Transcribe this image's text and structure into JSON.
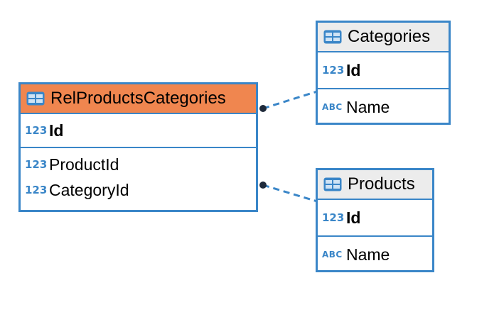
{
  "colors": {
    "border": "#3a86c8",
    "header_selected": "#f0864f",
    "header_default": "#ececec",
    "type_badge": "#3a86c8",
    "connector": "#3a86c8"
  },
  "entities": {
    "rel": {
      "title": "RelProductsCategories",
      "icon": "table-icon",
      "pk": [
        {
          "type": "123",
          "name": "Id"
        }
      ],
      "fields": [
        {
          "type": "123",
          "name": "ProductId"
        },
        {
          "type": "123",
          "name": "CategoryId"
        }
      ]
    },
    "categories": {
      "title": "Categories",
      "icon": "table-icon",
      "pk": [
        {
          "type": "123",
          "name": "Id"
        }
      ],
      "fields": [
        {
          "type": "ABC",
          "name": "Name"
        }
      ]
    },
    "products": {
      "title": "Products",
      "icon": "table-icon",
      "pk": [
        {
          "type": "123",
          "name": "Id"
        }
      ],
      "fields": [
        {
          "type": "ABC",
          "name": "Name"
        }
      ]
    }
  },
  "relationships": [
    {
      "from": "RelProductsCategories.ProductId",
      "to": "Categories.Id"
    },
    {
      "from": "RelProductsCategories.CategoryId",
      "to": "Products.Id"
    }
  ]
}
